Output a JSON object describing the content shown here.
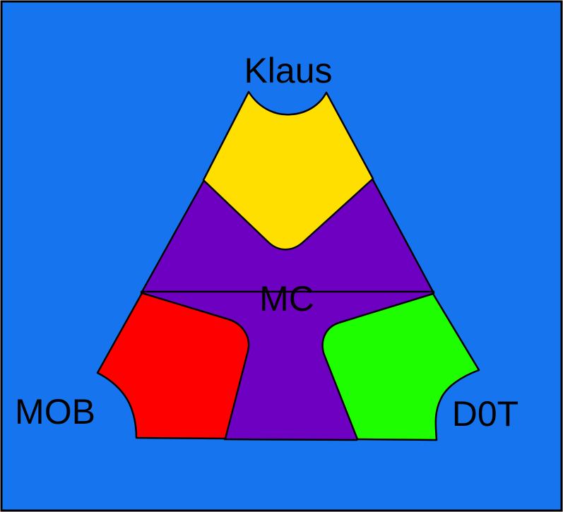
{
  "colors": {
    "background": "#1675ee",
    "border": "#000000",
    "klaus": "#ffdf00",
    "mc": "#6e00c2",
    "mob": "#ff0000",
    "dot": "#1ffe00"
  },
  "labels": {
    "top": "Klaus",
    "center": "MC",
    "left": "MOB",
    "right": "D0T"
  }
}
